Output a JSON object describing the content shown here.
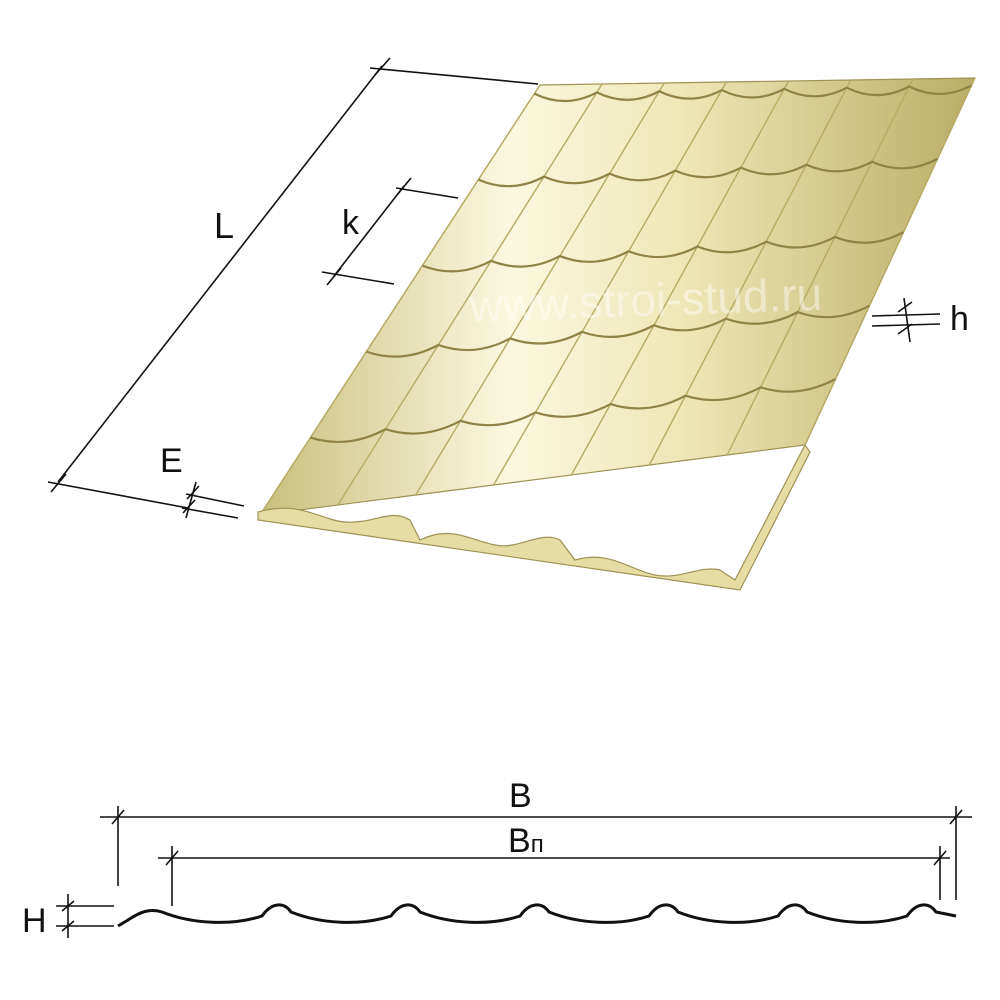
{
  "colors": {
    "sheet_light": "#F4F0C8",
    "sheet_mid": "#E2DA9C",
    "sheet_dark": "#B7AB63",
    "line": "#111111"
  },
  "labels": {
    "L": "L",
    "k": "k",
    "h": "h",
    "E": "E",
    "B": "B",
    "Bp_main": "B",
    "Bp_sub": "п",
    "H": "H"
  },
  "watermark": "www.stroi-stud.ru"
}
